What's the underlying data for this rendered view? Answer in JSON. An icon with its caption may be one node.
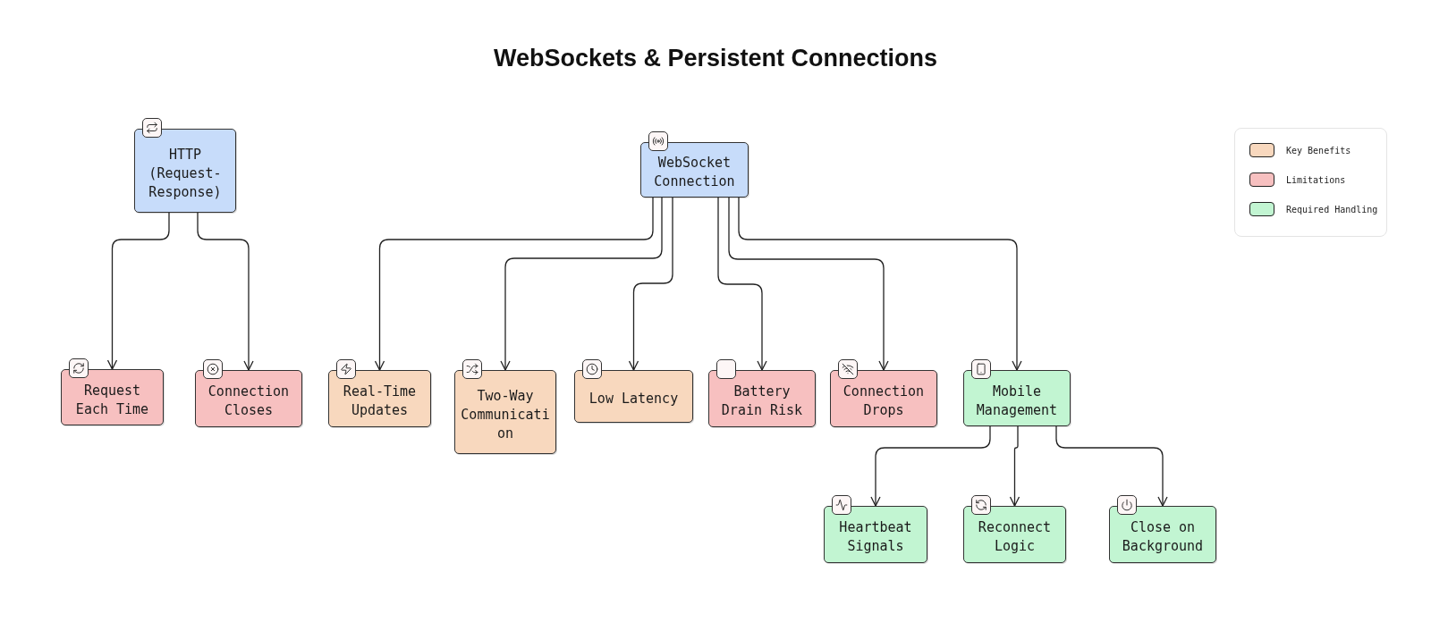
{
  "diagram": {
    "title": "WebSockets & Persistent Connections",
    "nodes": [
      {
        "text": [
          "HTTP (Request-Response)"
        ]
      },
      {
        "text": [
          "Request Each Time"
        ]
      },
      {
        "text": [
          "Connection Closes"
        ]
      },
      {
        "text": [
          "WebSocket Connection"
        ]
      },
      {
        "text": [
          "Real-Time Updates"
        ]
      },
      {
        "text": [
          "Two-Way Communication"
        ]
      },
      {
        "text": [
          "Low Latency"
        ]
      },
      {
        "text": [
          "Battery Drain Risk"
        ]
      },
      {
        "text": [
          "Connection Drops"
        ]
      },
      {
        "text": [
          "Mobile Management"
        ]
      },
      {
        "text": [
          "Heartbeat Signals"
        ]
      },
      {
        "text": [
          "Reconnect Logic"
        ]
      },
      {
        "text": [
          "Close on Background"
        ]
      }
    ],
    "edges": [
      {
        "from": 0,
        "to": 1,
        "arrow": "to"
      },
      {
        "from": 0,
        "to": 2,
        "arrow": "to"
      },
      {
        "from": 3,
        "to": 4,
        "arrow": "to"
      },
      {
        "from": 3,
        "to": 5,
        "arrow": "to"
      },
      {
        "from": 3,
        "to": 6,
        "arrow": "to"
      },
      {
        "from": 3,
        "to": 7,
        "arrow": "to"
      },
      {
        "from": 3,
        "to": 8,
        "arrow": "to"
      },
      {
        "from": 3,
        "to": 9,
        "arrow": "to"
      },
      {
        "from": 9,
        "to": 10,
        "arrow": "to"
      },
      {
        "from": 9,
        "to": 11,
        "arrow": "to"
      },
      {
        "from": 9,
        "to": 12,
        "arrow": "to"
      }
    ],
    "legend": [
      {
        "text": "Key Benefits",
        "color": "#f8d8be"
      },
      {
        "text": "Limitations",
        "color": "#f7c0c0"
      },
      {
        "text": "Required Handling",
        "color": "#c2f5d2"
      }
    ]
  }
}
